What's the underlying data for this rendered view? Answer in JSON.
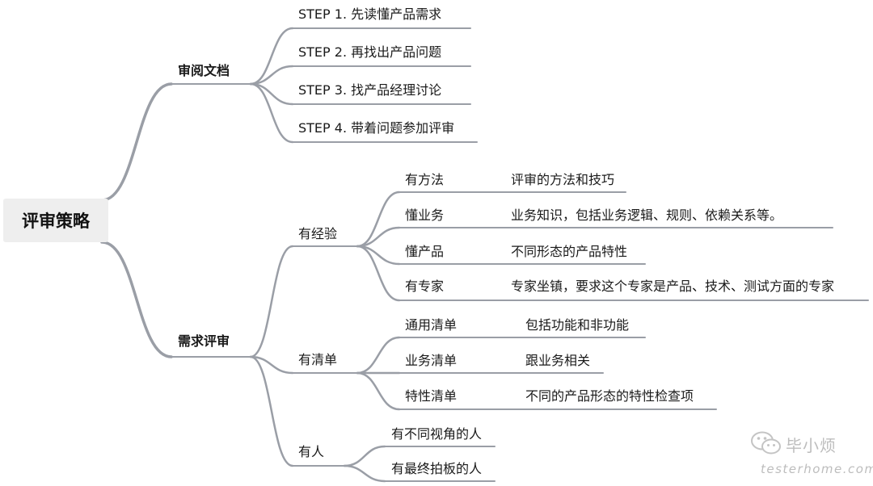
{
  "root": "评审策略",
  "branches": [
    {
      "label": "审阅文档",
      "children": [
        "STEP 1. 先读懂产品需求",
        "STEP 2. 再找出产品问题",
        "STEP 3. 找产品经理讨论",
        "STEP 4. 带着问题参加评审"
      ]
    },
    {
      "label": "需求评审",
      "children": [
        {
          "label": "有经验",
          "children": [
            {
              "label": "有方法",
              "detail": "评审的方法和技巧"
            },
            {
              "label": "懂业务",
              "detail": "业务知识，包括业务逻辑、规则、依赖关系等。"
            },
            {
              "label": "懂产品",
              "detail": "不同形态的产品特性"
            },
            {
              "label": "有专家",
              "detail": "专家坐镇，要求这个专家是产品、技术、测试方面的专家"
            }
          ]
        },
        {
          "label": "有清单",
          "children": [
            {
              "label": "通用清单",
              "detail": "包括功能和非功能"
            },
            {
              "label": "业务清单",
              "detail": "跟业务相关"
            },
            {
              "label": "特性清单",
              "detail": "不同的产品形态的特性检查项"
            }
          ]
        },
        {
          "label": "有人",
          "children": [
            {
              "label": "有不同视角的人"
            },
            {
              "label": "有最终拍板的人"
            }
          ]
        }
      ]
    }
  ],
  "watermark": {
    "name": "毕小烦",
    "url": "testerhome.com",
    "icon": "wechat-icon"
  }
}
